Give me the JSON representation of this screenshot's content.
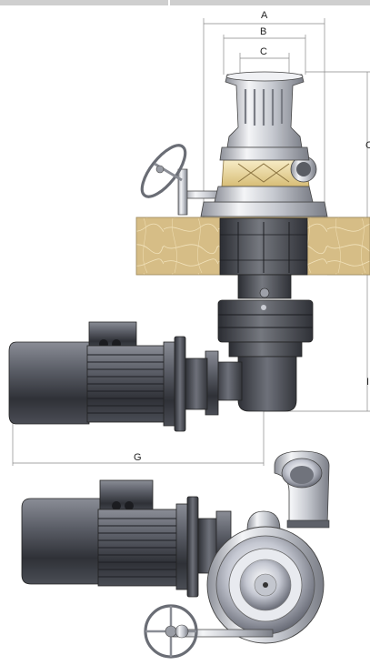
{
  "dimensions": {
    "A": "A",
    "B": "B",
    "C": "C",
    "D": "C",
    "E": "I",
    "F": "I",
    "G": "G"
  },
  "colors": {
    "metal_dark": "#3a3c42",
    "metal_mid": "#6d7079",
    "metal_light": "#cfd2d8",
    "chrome": "#e6e8ec",
    "deck_wood": "#d9c28e",
    "deck_grain": "#f3e6c4",
    "brass": "#e8d49a",
    "dimension_line": "#888888"
  },
  "icons": {
    "handwheel": "handwheel-icon",
    "motor": "electric-motor",
    "capstan": "capstan-drum"
  }
}
